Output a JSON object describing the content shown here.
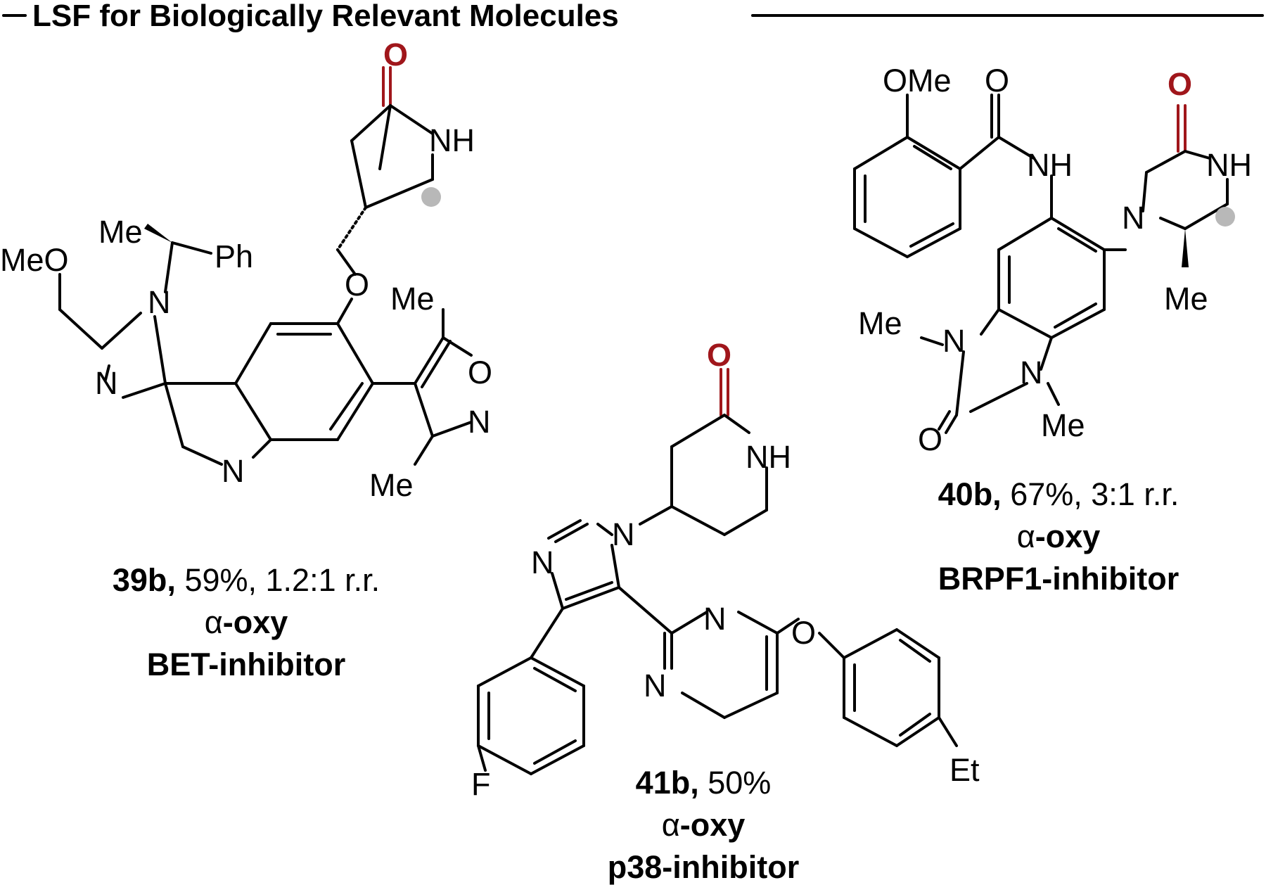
{
  "header": {
    "title": "LSF for Biologically Relevant Molecules"
  },
  "compounds": [
    {
      "id": "39b,",
      "yield": "59%, 1.2:1 r.r.",
      "alpha": "α",
      "type": "-oxy",
      "target": "BET-inhibitor"
    },
    {
      "id": "40b,",
      "yield": "67%, 3:1 r.r.",
      "alpha": "α",
      "type": "-oxy",
      "target": "BRPF1-inhibitor"
    },
    {
      "id": "41b,",
      "yield": "50%",
      "alpha": "α",
      "type": "-oxy",
      "target": "p38-inhibitor"
    }
  ],
  "atoms": {
    "o": "O",
    "nh": "NH",
    "n": "N",
    "meo": "MeO",
    "me": "Me",
    "ph": "Ph",
    "ome": "OMe",
    "f": "F",
    "et": "Et"
  },
  "colors": {
    "highlight": "#a0161b",
    "marker": "#b8b8b8"
  }
}
